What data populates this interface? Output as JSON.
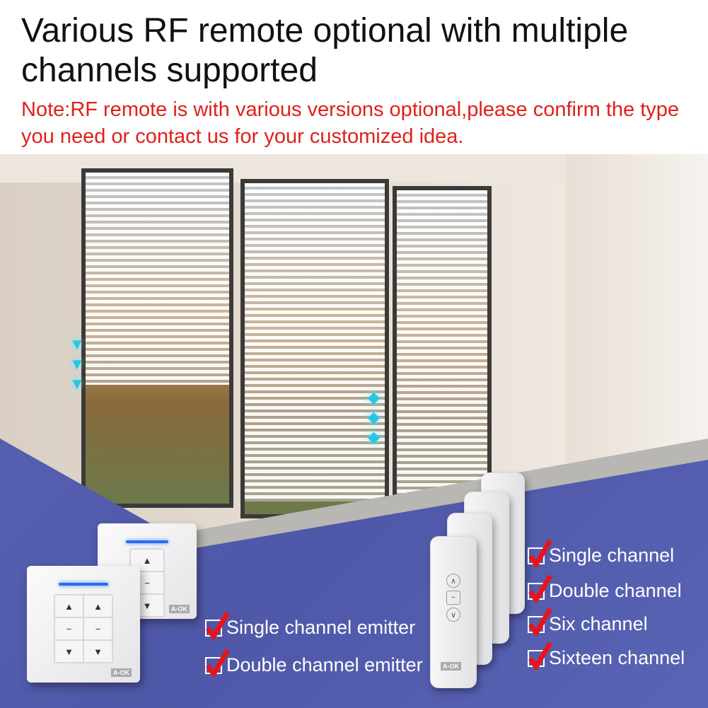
{
  "header": {
    "title": "Various RF remote optional with multiple channels supported",
    "note": "Note:RF remote is with various versions optional,please confirm the type you need or contact us for your customized idea."
  },
  "switches": {
    "brand": "A-OK",
    "key_up": "▲",
    "key_stop": "−",
    "key_down": "▼"
  },
  "remote": {
    "brand": "A-OK",
    "up": "∧",
    "stop": "−",
    "down": "∨"
  },
  "emitter_options": [
    "Single channel emitter",
    "Double channel emitter"
  ],
  "remote_options": [
    "Single channel",
    "Double channel",
    "Six channel",
    "Sixteen channel"
  ],
  "colors": {
    "note": "#e0201a",
    "background_blue": "#5560b0",
    "check": "#e8141c",
    "glow": "#27c6e0"
  }
}
